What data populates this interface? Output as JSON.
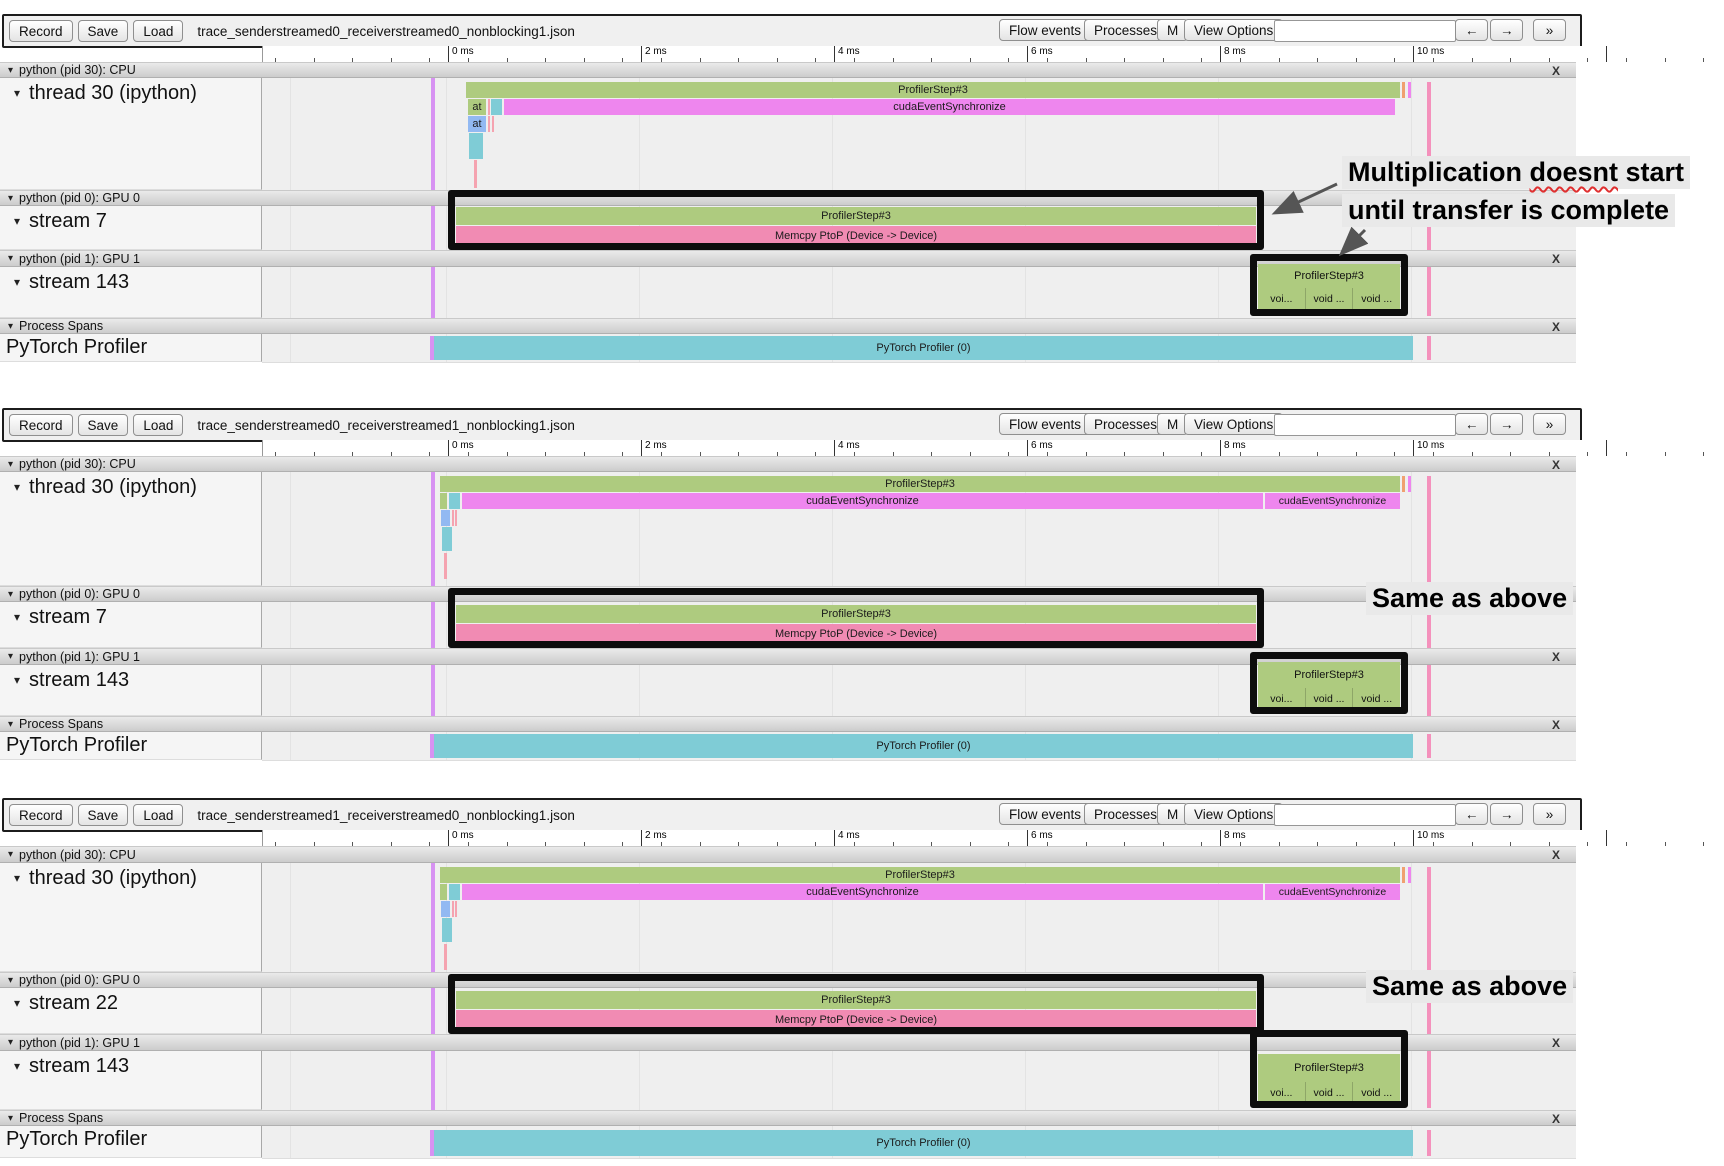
{
  "toolbar": {
    "record": "Record",
    "save": "Save",
    "load": "Load",
    "flow_events": "Flow events",
    "processes": "Processes",
    "m": "M",
    "view_options": "View Options",
    "search_value": "",
    "back": "←",
    "forward": "→",
    "more": "»"
  },
  "ruler": {
    "labels": [
      "0 ms",
      "2 ms",
      "4 ms",
      "6 ms",
      "8 ms",
      "10 ms"
    ]
  },
  "annotations": {
    "note_line1_pre": "Multiplication ",
    "note_word": "doesnt",
    "note_line1_post": " start",
    "note_line2": "until transfer is complete",
    "same_as_above": "Same as above"
  },
  "colors": {
    "profiler_step_green": "#aecb7f",
    "cuda_sync_magenta": "#ee86ee",
    "memcpy_pink": "#f18bb3",
    "pytorch_teal": "#7fccd6",
    "marker_violet": "#d792f2",
    "marker_pink": "#f491bc",
    "annotation_bg": "#e9e9e9"
  },
  "panels": [
    {
      "filename": "trace_senderstreamed0_receiverstreamed0_nonblocking1.json",
      "cpu_header": "python (pid 30): CPU",
      "thread_label": "thread 30 (ipython)",
      "profiler_step": "ProfilerStep#3",
      "cuda_sync": "cudaEventSynchronize",
      "at_label": "at",
      "gpu0_header": "python (pid 0): GPU 0",
      "gpu0_stream": "stream 7",
      "gpu0_step": "ProfilerStep#3",
      "gpu0_memcpy": "Memcpy PtoP (Device -> Device)",
      "gpu1_header": "python (pid 1): GPU 1",
      "gpu1_stream": "stream 143",
      "gpu1_step": "ProfilerStep#3",
      "kernels": [
        "voi...",
        "void ...",
        "void ..."
      ],
      "ps_header": "Process Spans",
      "pytorch_label": "PyTorch Profiler",
      "pytorch_bar": "PyTorch Profiler (0)",
      "close": "X"
    },
    {
      "filename": "trace_senderstreamed0_receiverstreamed1_nonblocking1.json",
      "cpu_header": "python (pid 30): CPU",
      "thread_label": "thread 30 (ipython)",
      "profiler_step": "ProfilerStep#3",
      "cuda_sync": "cudaEventSynchronize",
      "cuda_sync2": "cudaEventSynchronize",
      "gpu0_header": "python (pid 0): GPU 0",
      "gpu0_stream": "stream 7",
      "gpu0_step": "ProfilerStep#3",
      "gpu0_memcpy": "Memcpy PtoP (Device -> Device)",
      "gpu1_header": "python (pid 1): GPU 1",
      "gpu1_stream": "stream 143",
      "gpu1_step": "ProfilerStep#3",
      "kernels": [
        "voi...",
        "void ...",
        "void ..."
      ],
      "ps_header": "Process Spans",
      "pytorch_label": "PyTorch Profiler",
      "pytorch_bar": "PyTorch Profiler (0)",
      "close": "X"
    },
    {
      "filename": "trace_senderstreamed1_receiverstreamed0_nonblocking1.json",
      "cpu_header": "python (pid 30): CPU",
      "thread_label": "thread 30 (ipython)",
      "profiler_step": "ProfilerStep#3",
      "cuda_sync": "cudaEventSynchronize",
      "cuda_sync2": "cudaEventSynchronize",
      "gpu0_header": "python (pid 0): GPU 0",
      "gpu0_stream": "stream 22",
      "gpu0_step": "ProfilerStep#3",
      "gpu0_memcpy": "Memcpy PtoP (Device -> Device)",
      "gpu1_header": "python (pid 1): GPU 1",
      "gpu1_stream": "stream 143",
      "gpu1_step": "ProfilerStep#3",
      "kernels": [
        "voi...",
        "void ...",
        "void ..."
      ],
      "ps_header": "Process Spans",
      "pytorch_label": "PyTorch Profiler",
      "pytorch_bar": "PyTorch Profiler (0)",
      "close": "X"
    }
  ]
}
